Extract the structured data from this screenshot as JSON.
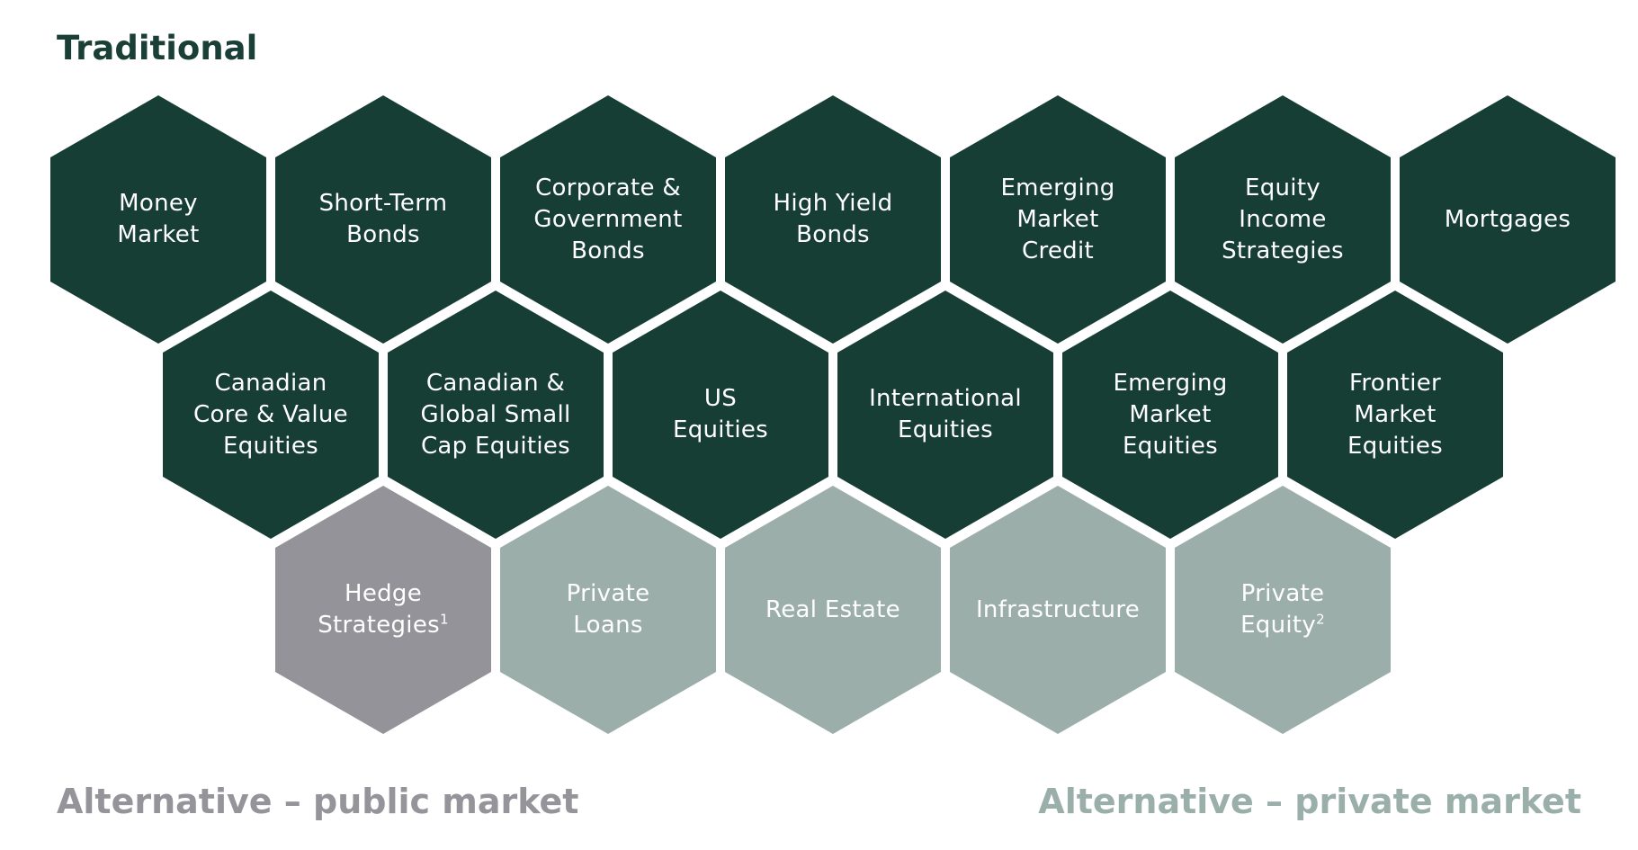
{
  "headings": {
    "traditional": "Traditional",
    "alt_public": "Alternative – public market",
    "alt_private": "Alternative – private market"
  },
  "colors": {
    "traditional": "#173e35",
    "alt_public": "#939399",
    "alt_private": "#9caeaa",
    "traditional_heading": "#1a3f36",
    "alt_public_heading": "#94949a",
    "alt_private_heading": "#9aaeaa"
  },
  "hexagons": {
    "row1": [
      {
        "label": "Money\nMarket",
        "category": "traditional"
      },
      {
        "label": "Short-Term\nBonds",
        "category": "traditional"
      },
      {
        "label": "Corporate &\nGovernment\nBonds",
        "category": "traditional"
      },
      {
        "label": "High Yield\nBonds",
        "category": "traditional"
      },
      {
        "label": "Emerging\nMarket\nCredit",
        "category": "traditional"
      },
      {
        "label": "Equity\nIncome\nStrategies",
        "category": "traditional"
      },
      {
        "label": "Mortgages",
        "category": "traditional"
      }
    ],
    "row2": [
      {
        "label": "Canadian\nCore & Value\nEquities",
        "category": "traditional"
      },
      {
        "label": "Canadian &\nGlobal Small\nCap Equities",
        "category": "traditional"
      },
      {
        "label": "US\nEquities",
        "category": "traditional"
      },
      {
        "label": "International\nEquities",
        "category": "traditional"
      },
      {
        "label": "Emerging\nMarket\nEquities",
        "category": "traditional"
      },
      {
        "label": "Frontier\nMarket\nEquities",
        "category": "traditional"
      }
    ],
    "row3": [
      {
        "label": "Hedge\nStrategies",
        "sup": "1",
        "category": "alt_public"
      },
      {
        "label": "Private\nLoans",
        "category": "alt_private"
      },
      {
        "label": "Real Estate",
        "category": "alt_private"
      },
      {
        "label": "Infrastructure",
        "category": "alt_private"
      },
      {
        "label": "Private\nEquity",
        "sup": "2",
        "category": "alt_private"
      }
    ]
  }
}
